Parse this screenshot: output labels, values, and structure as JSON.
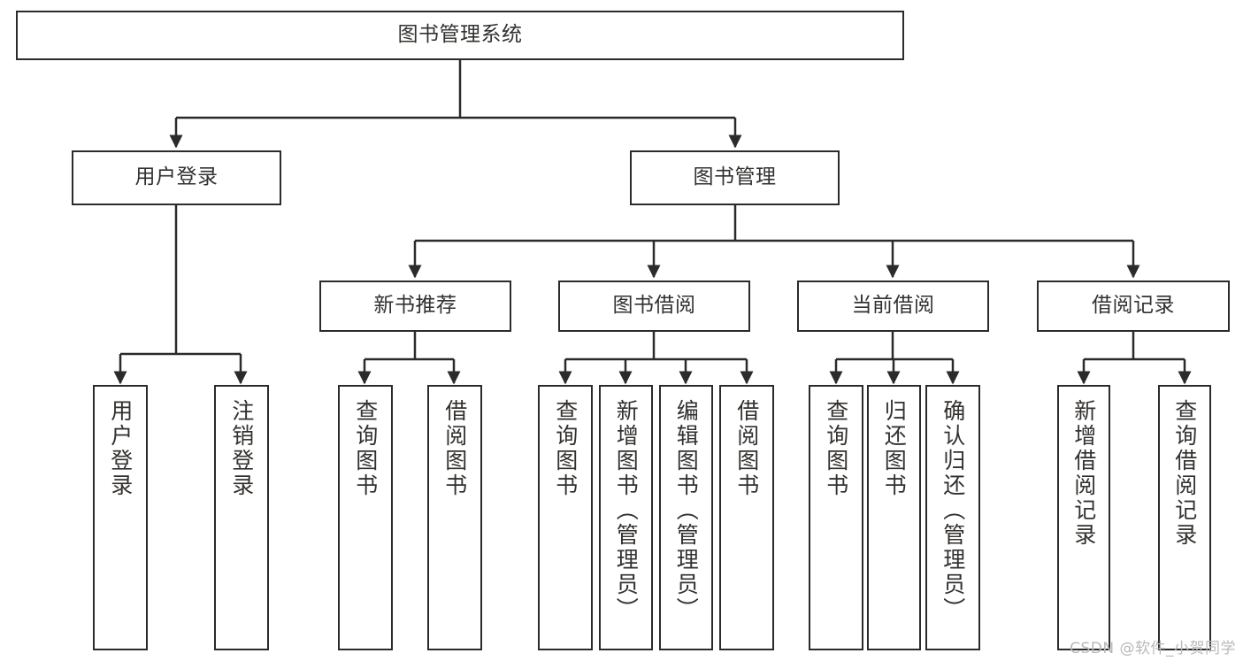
{
  "diagram": {
    "type": "tree",
    "title": "图书管理系统",
    "style": {
      "box_border": "#2b2b2b",
      "box_fill": "#ffffff",
      "text_color": "#33312f",
      "connector_color": "#2b2b2b",
      "canvas": "#ffffff"
    },
    "nodes": {
      "root": {
        "label": "图书管理系统"
      },
      "level2": [
        {
          "label": "用户登录"
        },
        {
          "label": "图书管理"
        }
      ],
      "level3": [
        {
          "label": "新书推荐"
        },
        {
          "label": "图书借阅"
        },
        {
          "label": "当前借阅"
        },
        {
          "label": "借阅记录"
        }
      ],
      "leaves_user_login": [
        {
          "label": "用户登录"
        },
        {
          "label": "注销登录"
        }
      ],
      "leaves_new_book": [
        {
          "label": "查询图书"
        },
        {
          "label": "借阅图书"
        }
      ],
      "leaves_borrow": [
        {
          "label": "查询图书"
        },
        {
          "label": "新增图书（管理员）"
        },
        {
          "label": "编辑图书（管理员）"
        },
        {
          "label": "借阅图书"
        }
      ],
      "leaves_current": [
        {
          "label": "查询图书"
        },
        {
          "label": "归还图书"
        },
        {
          "label": "确认归还（管理员）"
        }
      ],
      "leaves_records": [
        {
          "label": "新增借阅记录"
        },
        {
          "label": "查询借阅记录"
        }
      ]
    }
  },
  "watermark": {
    "text": "CSDN @软件_小贺同学"
  }
}
